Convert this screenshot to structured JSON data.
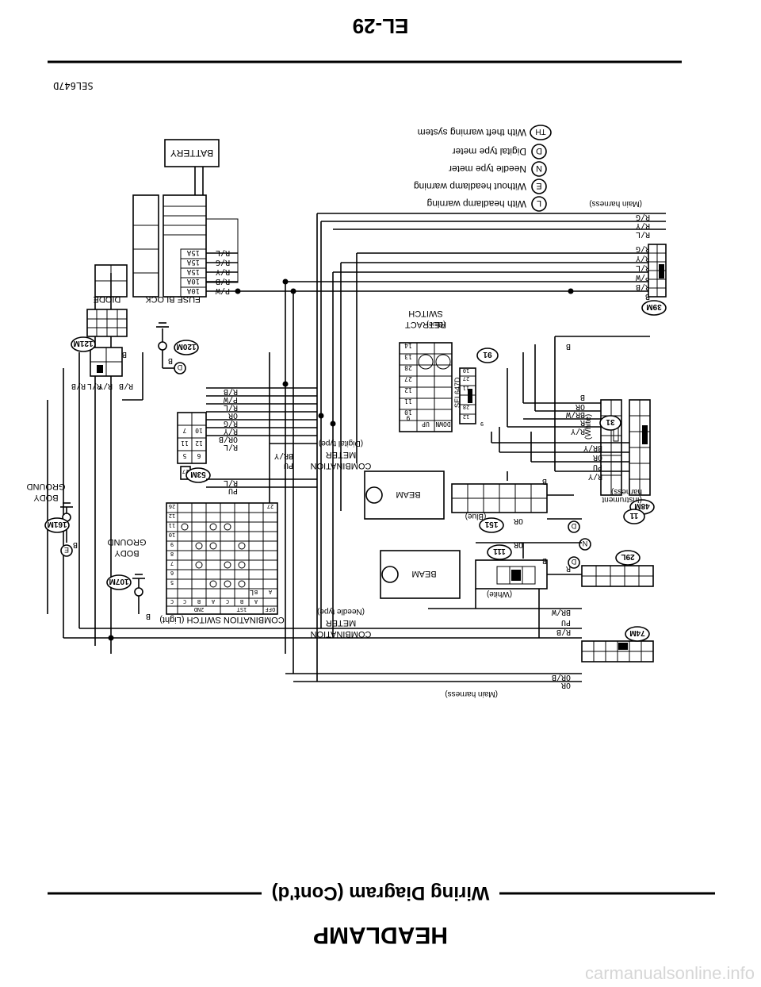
{
  "page": {
    "section_title": "HEADLAMP",
    "subtitle": "Wiring Diagram (Cont'd)",
    "page_number": "EL-29",
    "figure_code": "SEL647D",
    "watermark": "carmanualsonline.info"
  },
  "legend": [
    {
      "symbol": "L",
      "text": "With headlamp warning"
    },
    {
      "symbol": "E",
      "text": "Without headlamp warning"
    },
    {
      "symbol": "N",
      "text": "Needle type meter"
    },
    {
      "symbol": "D",
      "text": "Digital type meter"
    },
    {
      "symbol": "TH",
      "text": "With theft warning system"
    }
  ],
  "blocks": {
    "battery": "BATTERY",
    "fuse_block": "FUSE BLOCK",
    "diode": "DIODE",
    "retract_switch": [
      "RETRACT",
      "SWITCH"
    ],
    "retract_switch_color": "(Blue)",
    "combination_switch": "COMBINATION SWITCH (Light)",
    "meter_digital": [
      "COMBINATION",
      "METER",
      "(Digital type)"
    ],
    "meter_needle": [
      "COMBINATION",
      "METER",
      "(Needle type)"
    ],
    "beam": "BEAM",
    "body_ground": [
      "BODY",
      "GROUND"
    ],
    "main_harness": "(Main harness)",
    "instrument_harness": [
      "(Instrument",
      "harness)"
    ],
    "white": "(White)",
    "blue": "(Blue)"
  },
  "fuses": [
    "15A",
    "15A",
    "15A",
    "10A",
    "10A"
  ],
  "fuse_wires": [
    "R/L",
    "R/G",
    "R/Y",
    "R/B",
    "P/W"
  ],
  "connectors": {
    "c39m": "39M",
    "c48m": "48M",
    "c31": "31",
    "c11": "11",
    "c29l": "29L",
    "c74m": "74M",
    "c111": "111",
    "c151": "151",
    "c91": "91",
    "c53m": "53M",
    "c120m": "120M",
    "c121m": "121M",
    "c161m": "161M",
    "c107m": "107M"
  },
  "wire_labels": {
    "main_top": [
      "R/L",
      "R/Y",
      "R/G"
    ],
    "c39_rows": [
      "B",
      "R/B",
      "P/W",
      "R/L",
      "R/Y",
      "R/G"
    ],
    "c48_rows": [
      "R/Y",
      "PU",
      "OR",
      "BR/Y"
    ],
    "c31_rows": [
      "R/Y",
      "R",
      "BR/W",
      "OR",
      "B"
    ],
    "mid": [
      "R/B",
      "P/W",
      "R/L",
      "OR",
      "R/G",
      "R/Y",
      "OR/B",
      "R/L",
      "R/L",
      "PU",
      "PU",
      "BR/Y"
    ],
    "bottom": [
      "R/B",
      "PU",
      "OR/B",
      "OR",
      "BR/W",
      "R",
      "OR",
      "B",
      "OR",
      "B",
      "B"
    ],
    "diode_side": [
      "R/B",
      "R/Y",
      "R/L",
      "R/B",
      "B"
    ],
    "cs_markers": [
      "D",
      "N",
      "D",
      "E",
      "D",
      "L",
      "B",
      "B",
      "B"
    ]
  },
  "pin_labels": {
    "retract_head": [
      "UP",
      "DOWN"
    ],
    "retract_rows": [
      "14",
      "13",
      "28",
      "27",
      "12",
      "11",
      "10",
      "9"
    ],
    "c91_pins": [
      "12",
      "28",
      "11",
      "27",
      "10",
      "9"
    ],
    "c53m_pins": [
      "5",
      "6",
      "11",
      "12",
      "7",
      "10"
    ],
    "c53m_small": [
      "27"
    ],
    "cs_head": [
      "OFF",
      "1ST",
      "2ND",
      "A",
      "B",
      "C",
      "A",
      "B",
      "C",
      "A",
      "B",
      "C"
    ],
    "cs_rows": [
      "5",
      "6",
      "7",
      "8",
      "9",
      "10",
      "11",
      "12",
      "26",
      "27"
    ]
  }
}
